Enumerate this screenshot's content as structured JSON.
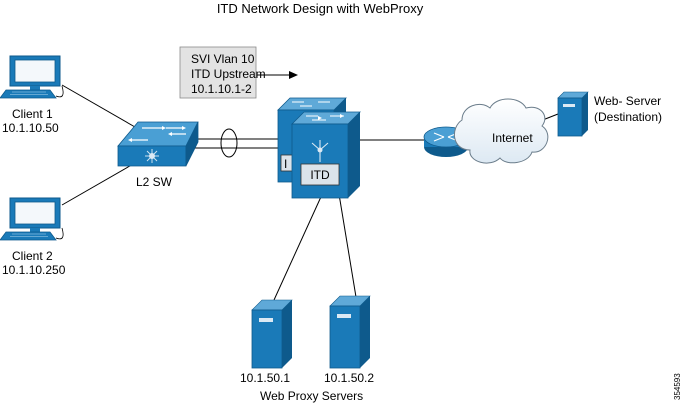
{
  "title": "ITD Network Design with WebProxy",
  "callout": {
    "line1": "SVI Vlan 10",
    "line2": "ITD Upstream",
    "line3": "10.1.10.1-2"
  },
  "clients": [
    {
      "name": "Client 1",
      "ip": "10.1.10.50"
    },
    {
      "name": "Client 2",
      "ip": "10.1.10.250"
    }
  ],
  "l2_switch_label": "L2 SW",
  "itd_label": "ITD",
  "itd_label_partial": "I",
  "internet_label": "Internet",
  "web_server": {
    "line1": "Web- Server",
    "line2": "(Destination)"
  },
  "proxies": [
    {
      "ip": "10.1.50.1"
    },
    {
      "ip": "10.1.50.2"
    }
  ],
  "proxy_group_label": "Web Proxy Servers",
  "figure_id": "354593",
  "colors": {
    "device_fill": "#1a7ab8",
    "device_dark": "#0e5a8c",
    "device_light": "#7fb8dc",
    "callout_fill": "#e3e3e3",
    "line": "#000000"
  }
}
